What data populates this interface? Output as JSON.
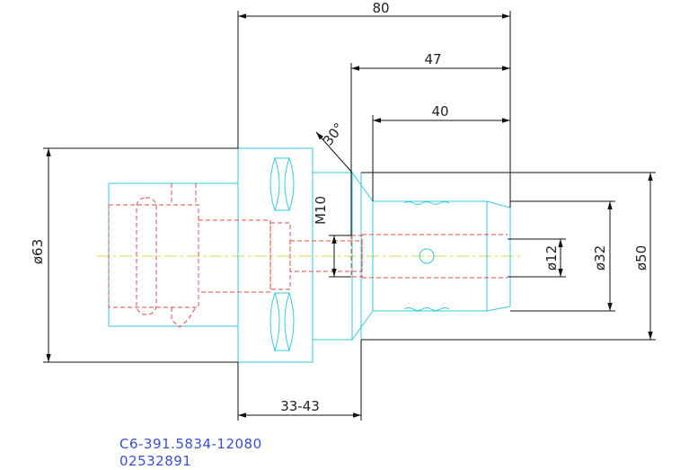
{
  "dimensions": {
    "overall_length": "80",
    "length_47": "47",
    "length_40": "40",
    "angle": "30°",
    "thread": "M10",
    "dia_12": "ø12",
    "dia_32": "ø32",
    "dia_50": "ø50",
    "dia_63": "ø63",
    "flange_range": "33-43"
  },
  "part": {
    "code": "C6-391.5834-12080",
    "number": "02532891"
  },
  "colors": {
    "outline": "#36c9da",
    "hidden": "#e34848",
    "center": "#d8d84a",
    "dimension": "#111111",
    "part_text": "#3a4fd0"
  }
}
